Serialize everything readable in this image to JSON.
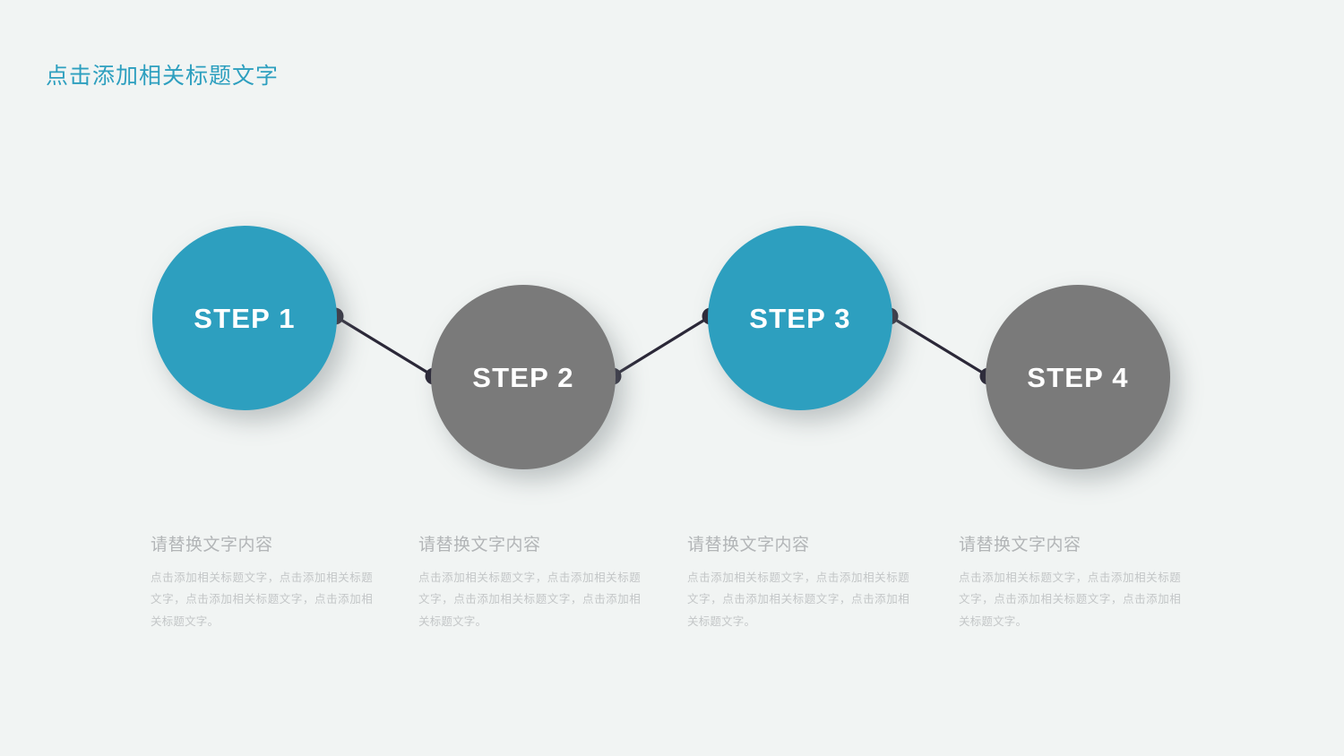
{
  "slide": {
    "title": "点击添加相关标题文字",
    "background_color": "#f1f4f3",
    "accent_color": "#2d9fbf",
    "muted_color": "#7a7a7a",
    "connector_color": "#2b2838"
  },
  "steps": [
    {
      "label": "STEP 1",
      "color": "#2d9fbf",
      "heading": "请替换文字内容",
      "body": "点击添加相关标题文字，点击添加相关标题文字，点击添加相关标题文字，点击添加相关标题文字。"
    },
    {
      "label": "STEP 2",
      "color": "#7a7a7a",
      "heading": "请替换文字内容",
      "body": "点击添加相关标题文字，点击添加相关标题文字，点击添加相关标题文字，点击添加相关标题文字。"
    },
    {
      "label": "STEP 3",
      "color": "#2d9fbf",
      "heading": "请替换文字内容",
      "body": "点击添加相关标题文字，点击添加相关标题文字，点击添加相关标题文字，点击添加相关标题文字。"
    },
    {
      "label": "STEP 4",
      "color": "#7a7a7a",
      "heading": "请替换文字内容",
      "body": "点击添加相关标题文字，点击添加相关标题文字，点击添加相关标题文字，点击添加相关标题文字。"
    }
  ]
}
